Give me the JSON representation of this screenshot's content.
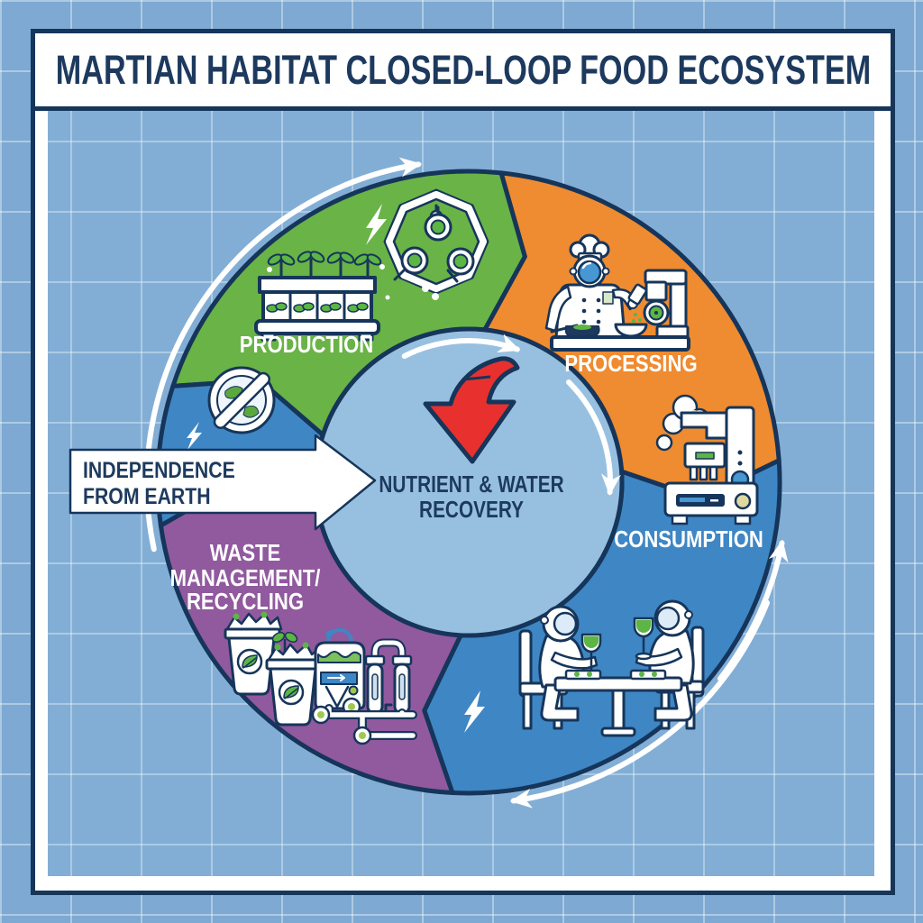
{
  "title": "MARTIAN HABITAT CLOSED-LOOP FOOD ECOSYSTEM",
  "diagram": {
    "type": "cycle",
    "flow_direction": "clockwise",
    "colors": {
      "background": "#82aed6",
      "margin": "#7da9d2",
      "frame_navy": "#16355a",
      "panel_white": "#ffffff",
      "inner_circle": "#97c0e0",
      "flow_arrow": "#ffffff",
      "recovery_arrow_red": "#e8312e",
      "leaf_green": "#5cb544",
      "visor_blue": "#4697d2"
    },
    "center": {
      "line1": "NUTRIENT & WATER",
      "line2": "RECOVERY"
    },
    "external_input": {
      "line1": "INDEPENDENCE",
      "line2": "FROM EARTH"
    },
    "segments": [
      {
        "id": "production",
        "label": "PRODUCTION",
        "color": "#69b347",
        "a0": 288,
        "a1": 6
      },
      {
        "id": "processing",
        "label": "PROCESSING",
        "color": "#ef8b30",
        "a0": 6,
        "a1": 86
      },
      {
        "id": "consumption",
        "label": "CONSUMPTION",
        "color": "#3f86c4",
        "a0": 86,
        "a1": 183
      },
      {
        "id": "waste",
        "label": "WASTE MANAGEMENT/ RECYCLING",
        "label_lines": [
          "WASTE",
          "MANAGEMENT/",
          "RECYCLING"
        ],
        "color": "#91599e",
        "a0": 183,
        "a1": 262
      },
      {
        "id": "earth-independence-gap",
        "label": "",
        "color": "#3f86c4",
        "a0": 262,
        "a1": 288
      }
    ],
    "flow_arrows": [
      {
        "name": "outer-left-to-top",
        "r": 357,
        "from": 258,
        "to": 351,
        "sweep": 1
      },
      {
        "name": "outer-right-upward",
        "r": 354,
        "from": 128,
        "to": 101,
        "sweep": 0
      },
      {
        "name": "outer-bottom",
        "r": 357,
        "from": 112,
        "to": 172,
        "sweep": 1
      },
      {
        "name": "inner-top",
        "r": 157,
        "from": 333,
        "to": 20,
        "sweep": 1
      },
      {
        "name": "inner-right",
        "r": 157,
        "from": 45,
        "to": 94,
        "sweep": 1
      }
    ],
    "icons": {
      "production": [
        "hydroponic-planter",
        "growth-chamber",
        "power-bolt"
      ],
      "processing": [
        "astronaut-chef",
        "food-processor"
      ],
      "consumption": [
        "food-printer",
        "dining-astronauts",
        "power-bolt"
      ],
      "waste": [
        "compost-bin",
        "compost-bin",
        "sprout",
        "recycle-swirl",
        "composter-unit",
        "water-filters"
      ],
      "left": [
        "no-earth-supply",
        "power-bolt"
      ],
      "center": [
        "red-recovery-arrow"
      ]
    }
  }
}
